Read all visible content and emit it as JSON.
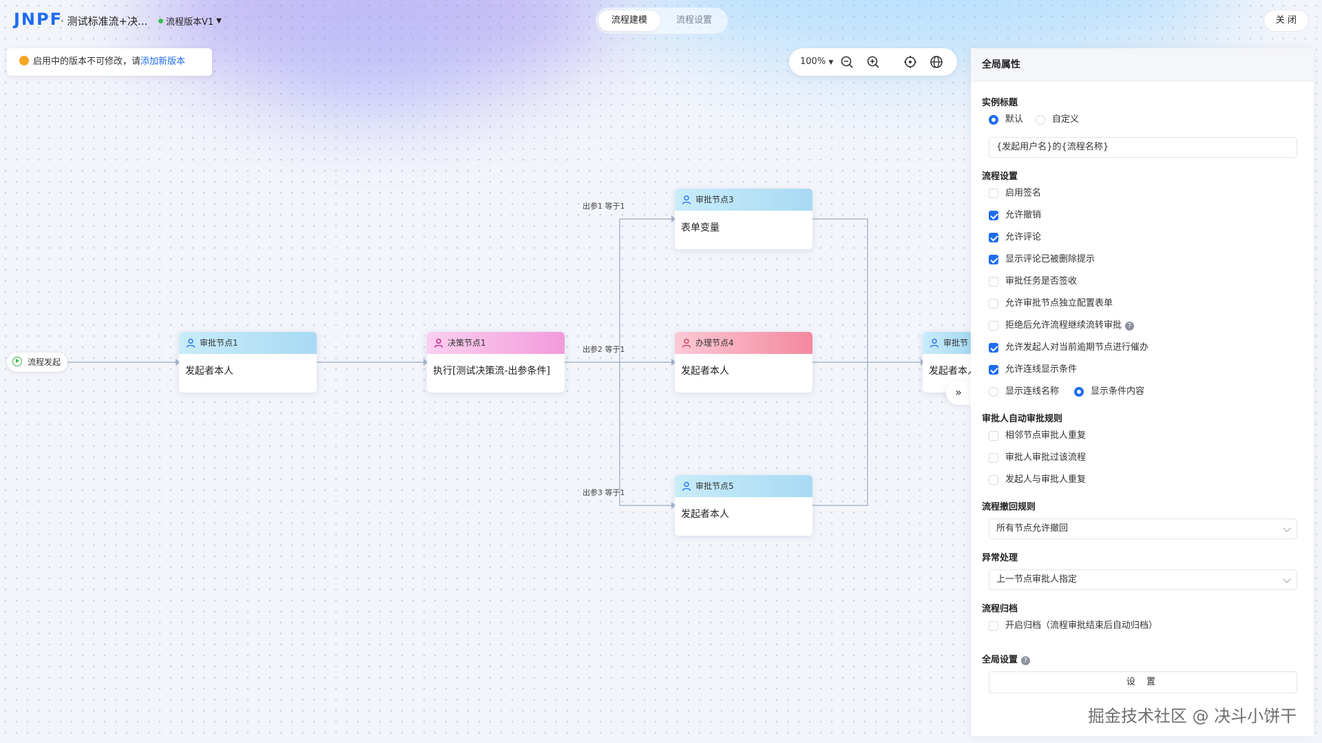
{
  "app": {
    "logo": "JNPF",
    "title": "· 测试标准流+决...",
    "version_label": "流程版本V1"
  },
  "tabs": [
    {
      "label": "流程建模",
      "active": true
    },
    {
      "label": "流程设置",
      "active": false
    }
  ],
  "close_label": "关 闭",
  "notice": {
    "text": "启用中的版本不可修改，请",
    "link": "添加新版本"
  },
  "zoom": {
    "value": "100%"
  },
  "canvas": {
    "start_label": "流程发起",
    "nodes": [
      {
        "id": "n1",
        "type": "approval",
        "title": "审批节点1",
        "content": "发起者本人"
      },
      {
        "id": "n2",
        "type": "decision",
        "title": "决策节点1",
        "content": "执行[测试决策流-出参条件]"
      },
      {
        "id": "n3",
        "type": "approval",
        "title": "审批节点3",
        "content": "表单变量"
      },
      {
        "id": "n4",
        "type": "handle",
        "title": "办理节点4",
        "content": "发起者本人"
      },
      {
        "id": "n5",
        "type": "approval",
        "title": "审批节点5",
        "content": "发起者本人"
      },
      {
        "id": "n6",
        "type": "approval",
        "title": "审批节",
        "content": "发起者本人"
      }
    ],
    "edge_labels": [
      "出参1 等于1",
      "出参2 等于1",
      "出参3 等于1"
    ]
  },
  "panel": {
    "title": "全局属性",
    "instance_title": {
      "label": "实例标题",
      "options": [
        {
          "label": "默认",
          "checked": true
        },
        {
          "label": "自定义",
          "checked": false
        }
      ],
      "value": "{发起用户名}的{流程名称}"
    },
    "flow_settings": {
      "label": "流程设置",
      "items": [
        {
          "label": "启用签名",
          "checked": false
        },
        {
          "label": "允许撤销",
          "checked": true
        },
        {
          "label": "允许评论",
          "checked": true
        },
        {
          "label": "显示评论已被删除提示",
          "checked": true
        },
        {
          "label": "审批任务是否签收",
          "checked": false
        },
        {
          "label": "允许审批节点独立配置表单",
          "checked": false
        },
        {
          "label": "拒绝后允许流程继续流转审批",
          "checked": false,
          "help": "?"
        },
        {
          "label": "允许发起人对当前逾期节点进行催办",
          "checked": true
        },
        {
          "label": "允许连线显示条件",
          "checked": true
        }
      ],
      "line_display": [
        {
          "label": "显示连线名称",
          "checked": false
        },
        {
          "label": "显示条件内容",
          "checked": true
        }
      ]
    },
    "auto_approve": {
      "label": "审批人自动审批规则",
      "items": [
        {
          "label": "相邻节点审批人重复",
          "checked": false
        },
        {
          "label": "审批人审批过该流程",
          "checked": false
        },
        {
          "label": "发起人与审批人重复",
          "checked": false
        }
      ]
    },
    "revoke": {
      "label": "流程撤回规则",
      "value": "所有节点允许撤回"
    },
    "exception": {
      "label": "异常处理",
      "value": "上一节点审批人指定"
    },
    "archive": {
      "label": "流程归档",
      "item": {
        "label": "开启归档（流程审批结束后自动归档）",
        "checked": false
      }
    },
    "global": {
      "label": "全局设置",
      "help": "?",
      "button": "设 置"
    }
  },
  "watermark": "掘金技术社区 @ 决斗小饼干",
  "colors": {
    "accent": "#1e6cf0",
    "success": "#36c24a",
    "warning": "#f5a623"
  }
}
